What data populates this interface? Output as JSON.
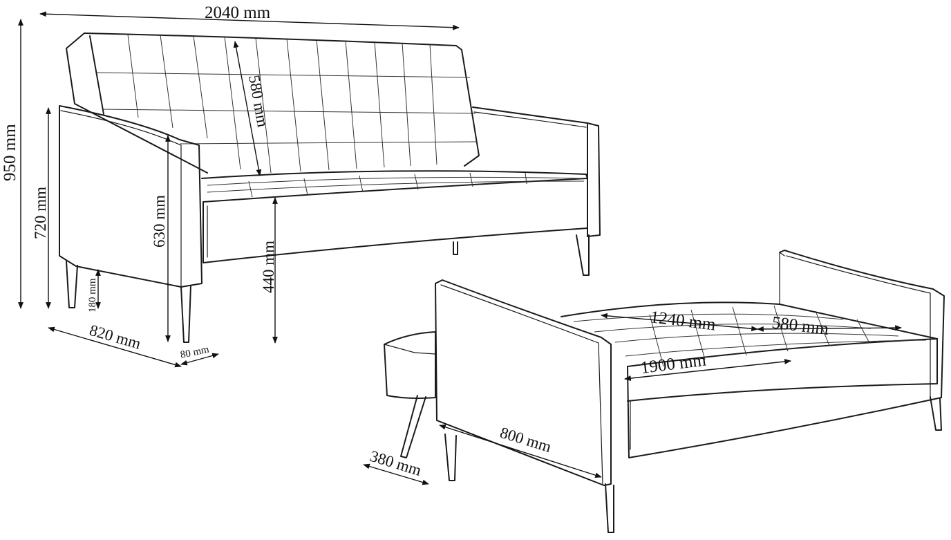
{
  "dimensions": {
    "width_total": "2040 mm",
    "height_total": "950 mm",
    "armrest_height": "720 mm",
    "back_height_inner": "630 mm",
    "backrest_depth": "580 mm",
    "seat_height": "440 mm",
    "leg_height": "180 mm",
    "depth": "820 mm",
    "armrest_width": "80 mm",
    "bed_width": "1240 mm",
    "bed_part_width": "580 mm",
    "bed_length": "1900 mm",
    "side_depth": "800 mm",
    "foot_depth": "380 mm"
  },
  "colors": {
    "line": "#1a1a1a",
    "background": "#ffffff"
  }
}
